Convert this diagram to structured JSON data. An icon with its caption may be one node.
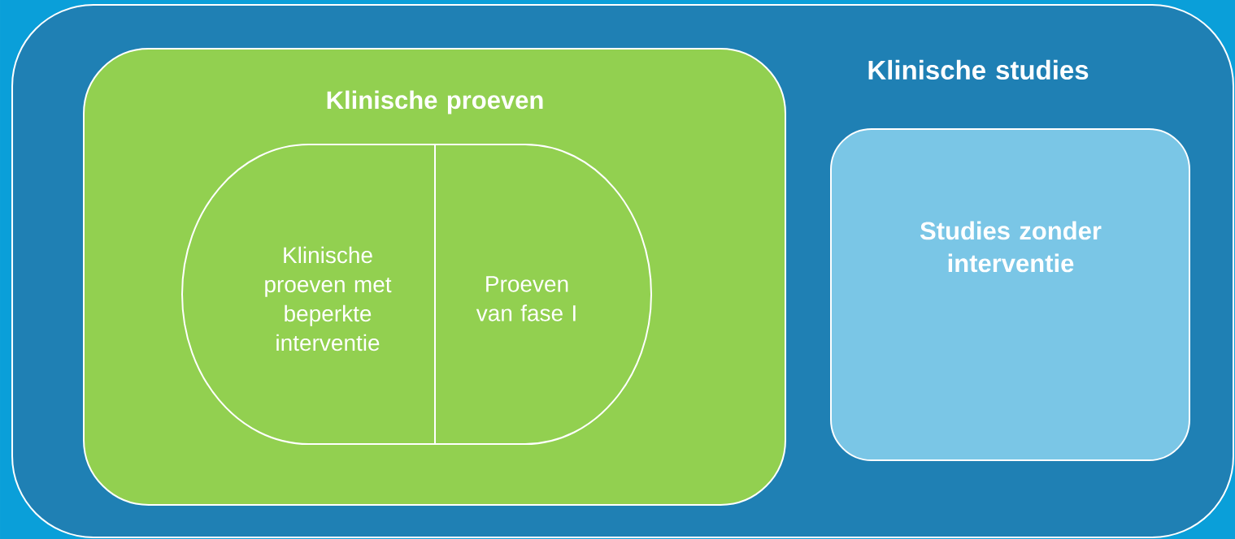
{
  "diagram": {
    "nodes": [
      {
        "text": [
          "Klinische studies"
        ]
      },
      {
        "text": [
          "Klinische proeven"
        ],
        "in": 0
      },
      {
        "text": [
          "Klinische proeven met beperkte interventie"
        ],
        "in": 1
      },
      {
        "text": [
          "Proeven van fase I"
        ],
        "in": 1
      },
      {
        "text": [
          "Studies zonder interventie"
        ],
        "in": 0
      }
    ]
  }
}
